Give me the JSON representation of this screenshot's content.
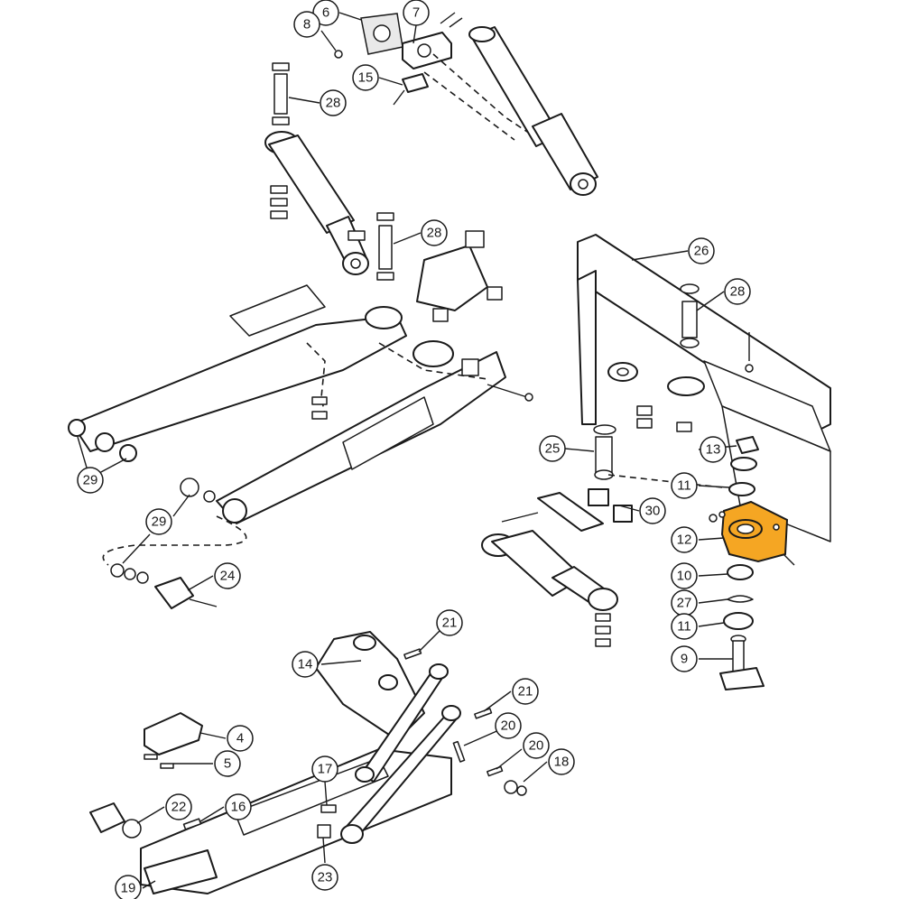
{
  "highlight_color": "#f5a623",
  "callouts": [
    {
      "id": "c6",
      "label": "6"
    },
    {
      "id": "c7",
      "label": "7"
    },
    {
      "id": "c8",
      "label": "8"
    },
    {
      "id": "c15",
      "label": "15"
    },
    {
      "id": "c28a",
      "label": "28"
    },
    {
      "id": "c28b",
      "label": "28"
    },
    {
      "id": "c26",
      "label": "26"
    },
    {
      "id": "c28c",
      "label": "28"
    },
    {
      "id": "c25",
      "label": "25"
    },
    {
      "id": "c13",
      "label": "13"
    },
    {
      "id": "c11a",
      "label": "11"
    },
    {
      "id": "c30",
      "label": "30"
    },
    {
      "id": "c12",
      "label": "12"
    },
    {
      "id": "c10",
      "label": "10"
    },
    {
      "id": "c27",
      "label": "27"
    },
    {
      "id": "c11b",
      "label": "11"
    },
    {
      "id": "c9",
      "label": "9"
    },
    {
      "id": "c29a",
      "label": "29"
    },
    {
      "id": "c29b",
      "label": "29"
    },
    {
      "id": "c24",
      "label": "24"
    },
    {
      "id": "c21a",
      "label": "21"
    },
    {
      "id": "c14",
      "label": "14"
    },
    {
      "id": "c21b",
      "label": "21"
    },
    {
      "id": "c4",
      "label": "4"
    },
    {
      "id": "c20a",
      "label": "20"
    },
    {
      "id": "c5",
      "label": "5"
    },
    {
      "id": "c20b",
      "label": "20"
    },
    {
      "id": "c17",
      "label": "17"
    },
    {
      "id": "c18",
      "label": "18"
    },
    {
      "id": "c22",
      "label": "22"
    },
    {
      "id": "c16",
      "label": "16"
    },
    {
      "id": "c23",
      "label": "23"
    },
    {
      "id": "c19",
      "label": "19"
    }
  ]
}
